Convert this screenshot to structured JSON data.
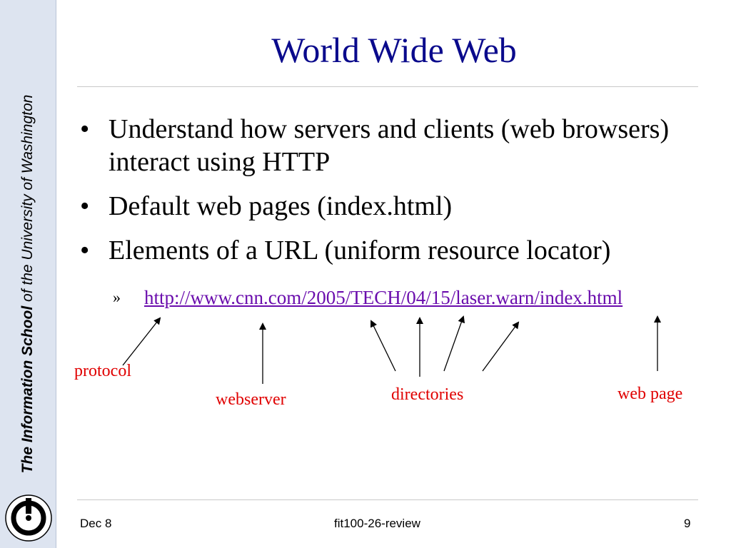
{
  "sidebar": {
    "school_bold": "The Information School",
    "of_word": "of",
    "the_univ": "the University",
    "of_word2": "of",
    "washington": "Washington"
  },
  "slide": {
    "title": "World Wide Web",
    "bullets": [
      "Understand how servers and clients (web browsers) interact using HTTP",
      "Default web pages (index.html)",
      "Elements of a URL (uniform resource locator)"
    ],
    "bullet_symbol": "•",
    "sub_marker": "»",
    "url": "http://www.cnn.com/2005/TECH/04/15/laser.warn/index.html"
  },
  "labels": {
    "protocol": "protocol",
    "webserver": "webserver",
    "directories": "directories",
    "web_page": "web page"
  },
  "footer": {
    "date": "Dec 8",
    "course": "fit100-26-review",
    "page": "9"
  },
  "colors": {
    "title": "#0a0a8c",
    "label": "#e00000",
    "link": "#6a0dad",
    "sidebar": "#dde4f0"
  }
}
